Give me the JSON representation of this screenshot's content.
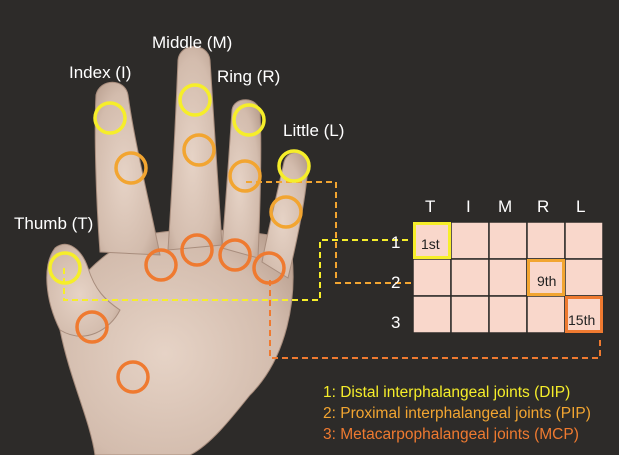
{
  "finger_labels": {
    "thumb": "Thumb (T)",
    "index": "Index (I)",
    "middle": "Middle (M)",
    "ring": "Ring (R)",
    "little": "Little (L)"
  },
  "grid": {
    "columns": [
      "T",
      "I",
      "M",
      "R",
      "L"
    ],
    "rows": [
      "1",
      "2",
      "3"
    ],
    "highlighted_cells": [
      {
        "row": 1,
        "col": "T",
        "label": "1st",
        "joint": "DIP"
      },
      {
        "row": 2,
        "col": "R",
        "label": "9th",
        "joint": "PIP"
      },
      {
        "row": 3,
        "col": "L",
        "label": "15th",
        "joint": "MCP"
      }
    ]
  },
  "legend": [
    {
      "text": "1: Distal interphalangeal joints (DIP)",
      "color": "#f6ee2a"
    },
    {
      "text": "2: Proximal interphalangeal joints (PIP)",
      "color": "#f2a531"
    },
    {
      "text": "3: Metacarpophalangeal joints (MCP)",
      "color": "#ef7a30"
    }
  ],
  "colors": {
    "background": "#2d2b29",
    "skin": "#d9c3b4",
    "cell_fill": "#f9d7cb",
    "dip": "#f6ee2a",
    "pip": "#f2a531",
    "mcp": "#ef7a30"
  }
}
